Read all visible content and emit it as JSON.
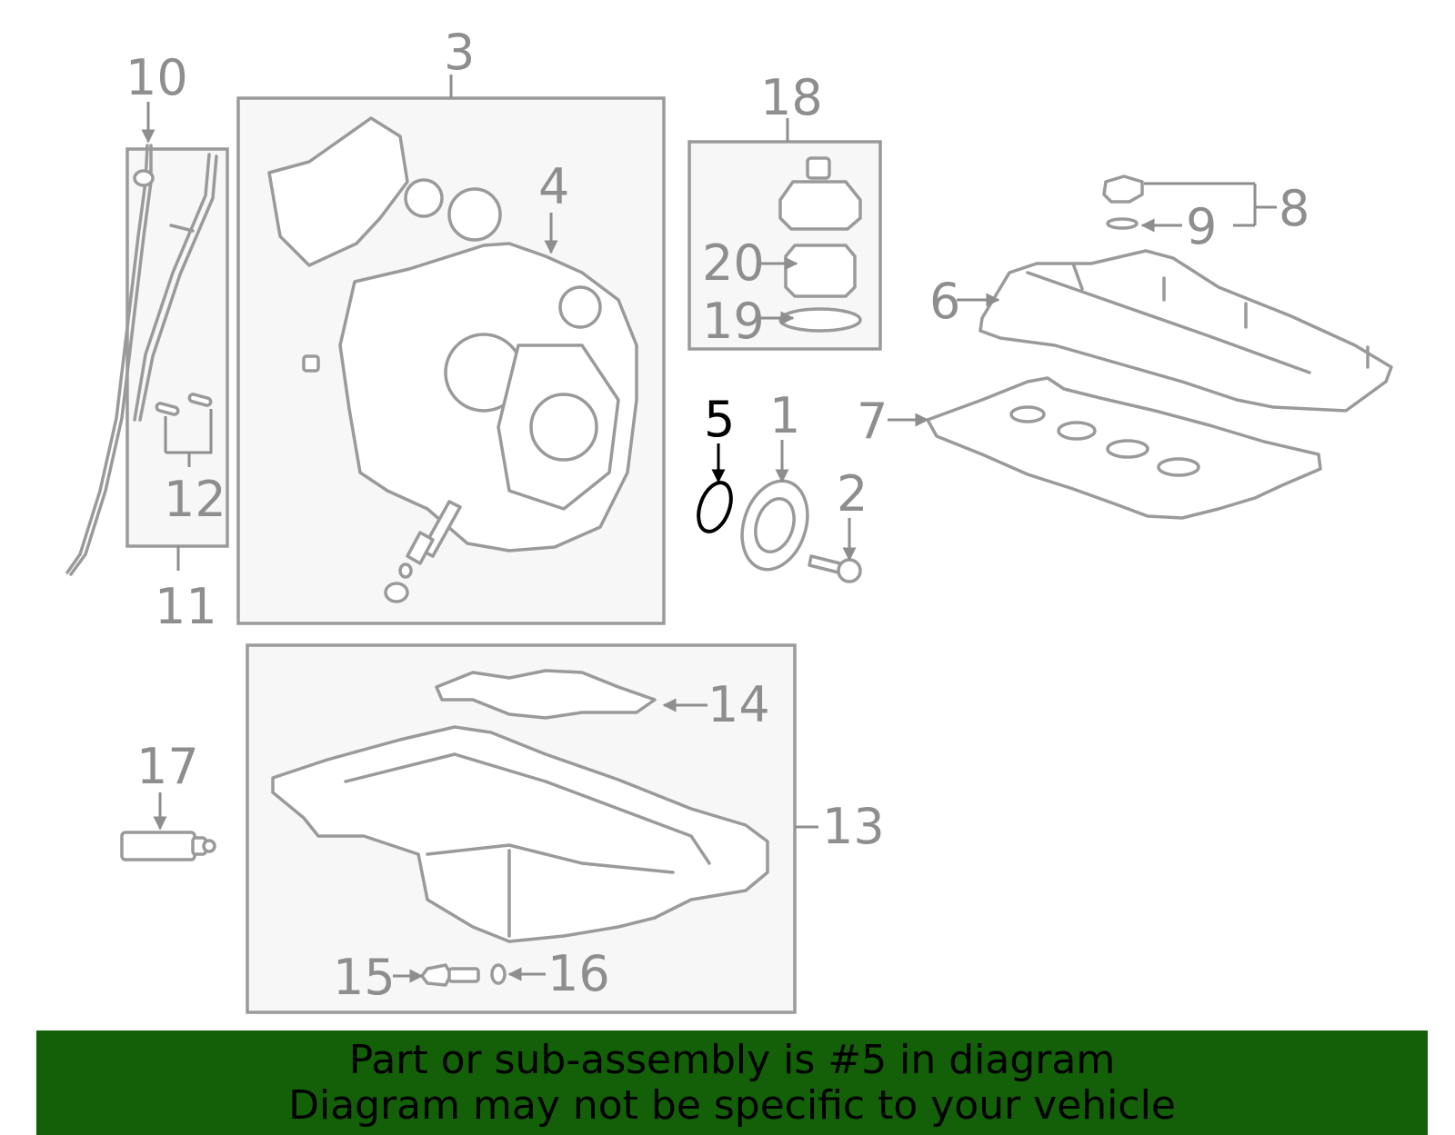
{
  "diagram": {
    "callouts": {
      "c1": "1",
      "c2": "2",
      "c3": "3",
      "c4": "4",
      "c5": "5",
      "c6": "6",
      "c7": "7",
      "c8": "8",
      "c9": "9",
      "c10": "10",
      "c11": "11",
      "c12": "12",
      "c13": "13",
      "c14": "14",
      "c15": "15",
      "c16": "16",
      "c17": "17",
      "c18": "18",
      "c19": "19",
      "c20": "20"
    },
    "highlighted_part": "5",
    "colors": {
      "line": "#9a9a9a",
      "highlight": "#000000",
      "box_fill": "#f7f7f7"
    }
  },
  "banner": {
    "line1": "Part or sub-assembly is #5 in diagram",
    "line2": "Diagram may not be specific to your vehicle",
    "background": "#136009"
  }
}
